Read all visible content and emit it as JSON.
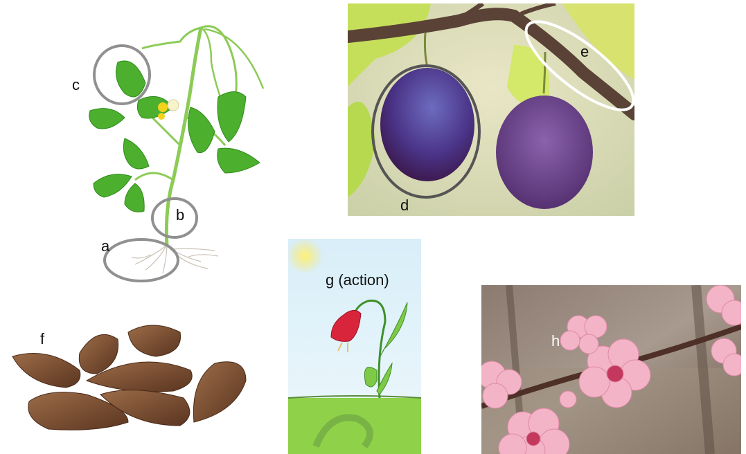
{
  "labels": {
    "a": "a",
    "b": "b",
    "c": "c",
    "d": "d",
    "e": "e",
    "f": "f",
    "g": "g (action)",
    "h": "h"
  },
  "colors": {
    "leaf_green": "#4caf2e",
    "plum_purple": "#5b3a8c",
    "branch_brown": "#5a4236",
    "seed_brown": "#7a5034",
    "sky_blue": "#bfe4f5",
    "grass_green": "#7dcc3d",
    "flower_red": "#d9253b",
    "blossom_pink": "#f3b4c8",
    "circle_gray": "#888888"
  },
  "icons": {
    "plant": "plant-illustration",
    "plums": "plum-photo",
    "seeds": "seed-pile-photo",
    "action": "drawing-flower-growing",
    "blossom": "peach-blossom-photo"
  }
}
